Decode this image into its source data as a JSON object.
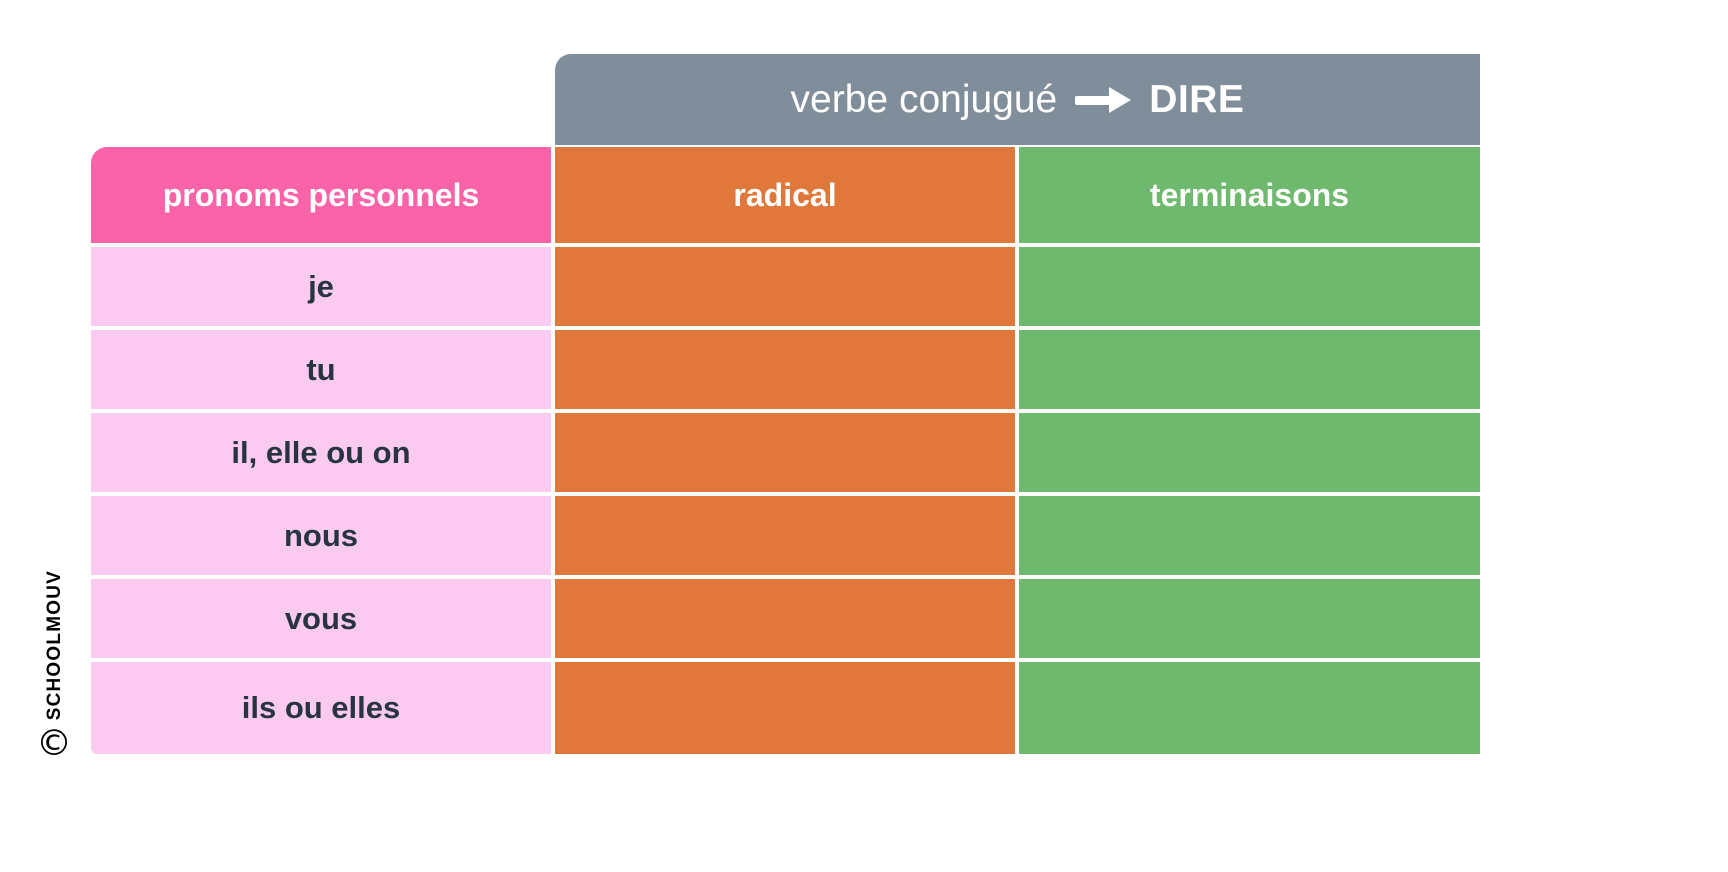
{
  "watermark": {
    "brand": "SCHOOLMOUV",
    "copyright_symbol": "©"
  },
  "table": {
    "span_header": {
      "label": "verbe conjugué",
      "arrow_icon": "arrow-right-icon",
      "verb": "DIRE"
    },
    "columns": [
      {
        "key": "pronouns",
        "label": "pronoms personnels",
        "color": "#fa63a8"
      },
      {
        "key": "radical",
        "label": "radical",
        "color": "#e1783b"
      },
      {
        "key": "endings",
        "label": "terminaisons",
        "color": "#6eb96e"
      }
    ],
    "rows": [
      {
        "pronoun": "je",
        "radical": "",
        "ending": ""
      },
      {
        "pronoun": "tu",
        "radical": "",
        "ending": ""
      },
      {
        "pronoun": "il, elle ou on",
        "radical": "",
        "ending": ""
      },
      {
        "pronoun": "nous",
        "radical": "",
        "ending": ""
      },
      {
        "pronoun": "vous",
        "radical": "",
        "ending": ""
      },
      {
        "pronoun": "ils ou elles",
        "radical": "",
        "ending": ""
      }
    ]
  },
  "colors": {
    "span_header_bg": "#808e9b",
    "pronoun_header_bg": "#fa63a8",
    "pronoun_cell_bg": "#fbcaf0",
    "radical_bg": "#e1783b",
    "ending_bg": "#6eb96e",
    "text_dark": "#28343f",
    "text_light": "#ffffff",
    "page_bg": "#ffffff"
  }
}
